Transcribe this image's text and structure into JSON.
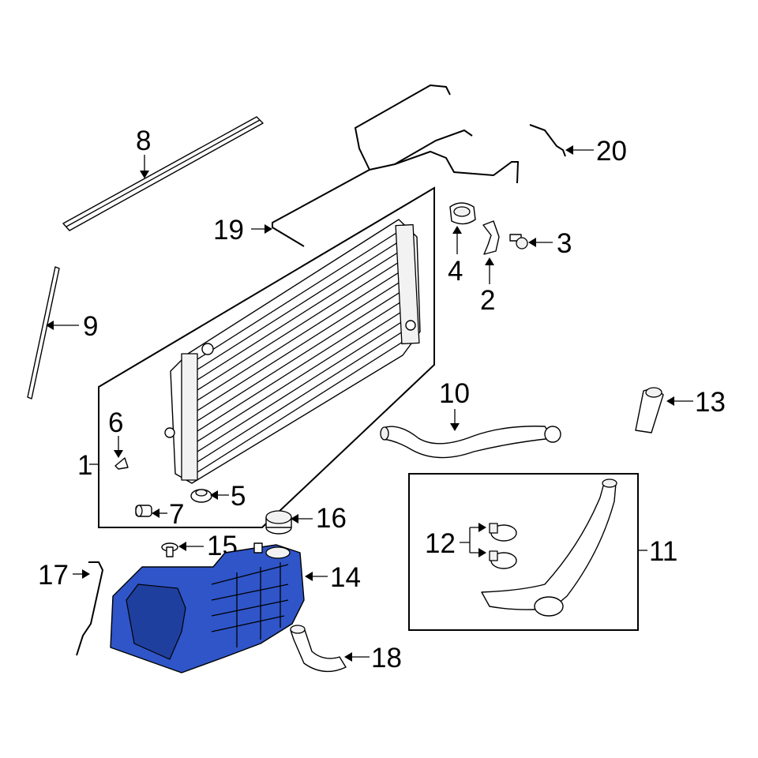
{
  "colors": {
    "highlight": "#2f55c8",
    "highlight_dark": "#1f3f9e",
    "line": "#000000",
    "background": "#ffffff"
  },
  "callouts": {
    "c1": "1",
    "c2": "2",
    "c3": "3",
    "c4": "4",
    "c5": "5",
    "c6": "6",
    "c7": "7",
    "c8": "8",
    "c9": "9",
    "c10": "10",
    "c11": "11",
    "c12": "12",
    "c13": "13",
    "c14": "14",
    "c15": "15",
    "c16": "16",
    "c17": "17",
    "c18": "18",
    "c19": "19",
    "c20": "20"
  },
  "highlighted_part": "14"
}
